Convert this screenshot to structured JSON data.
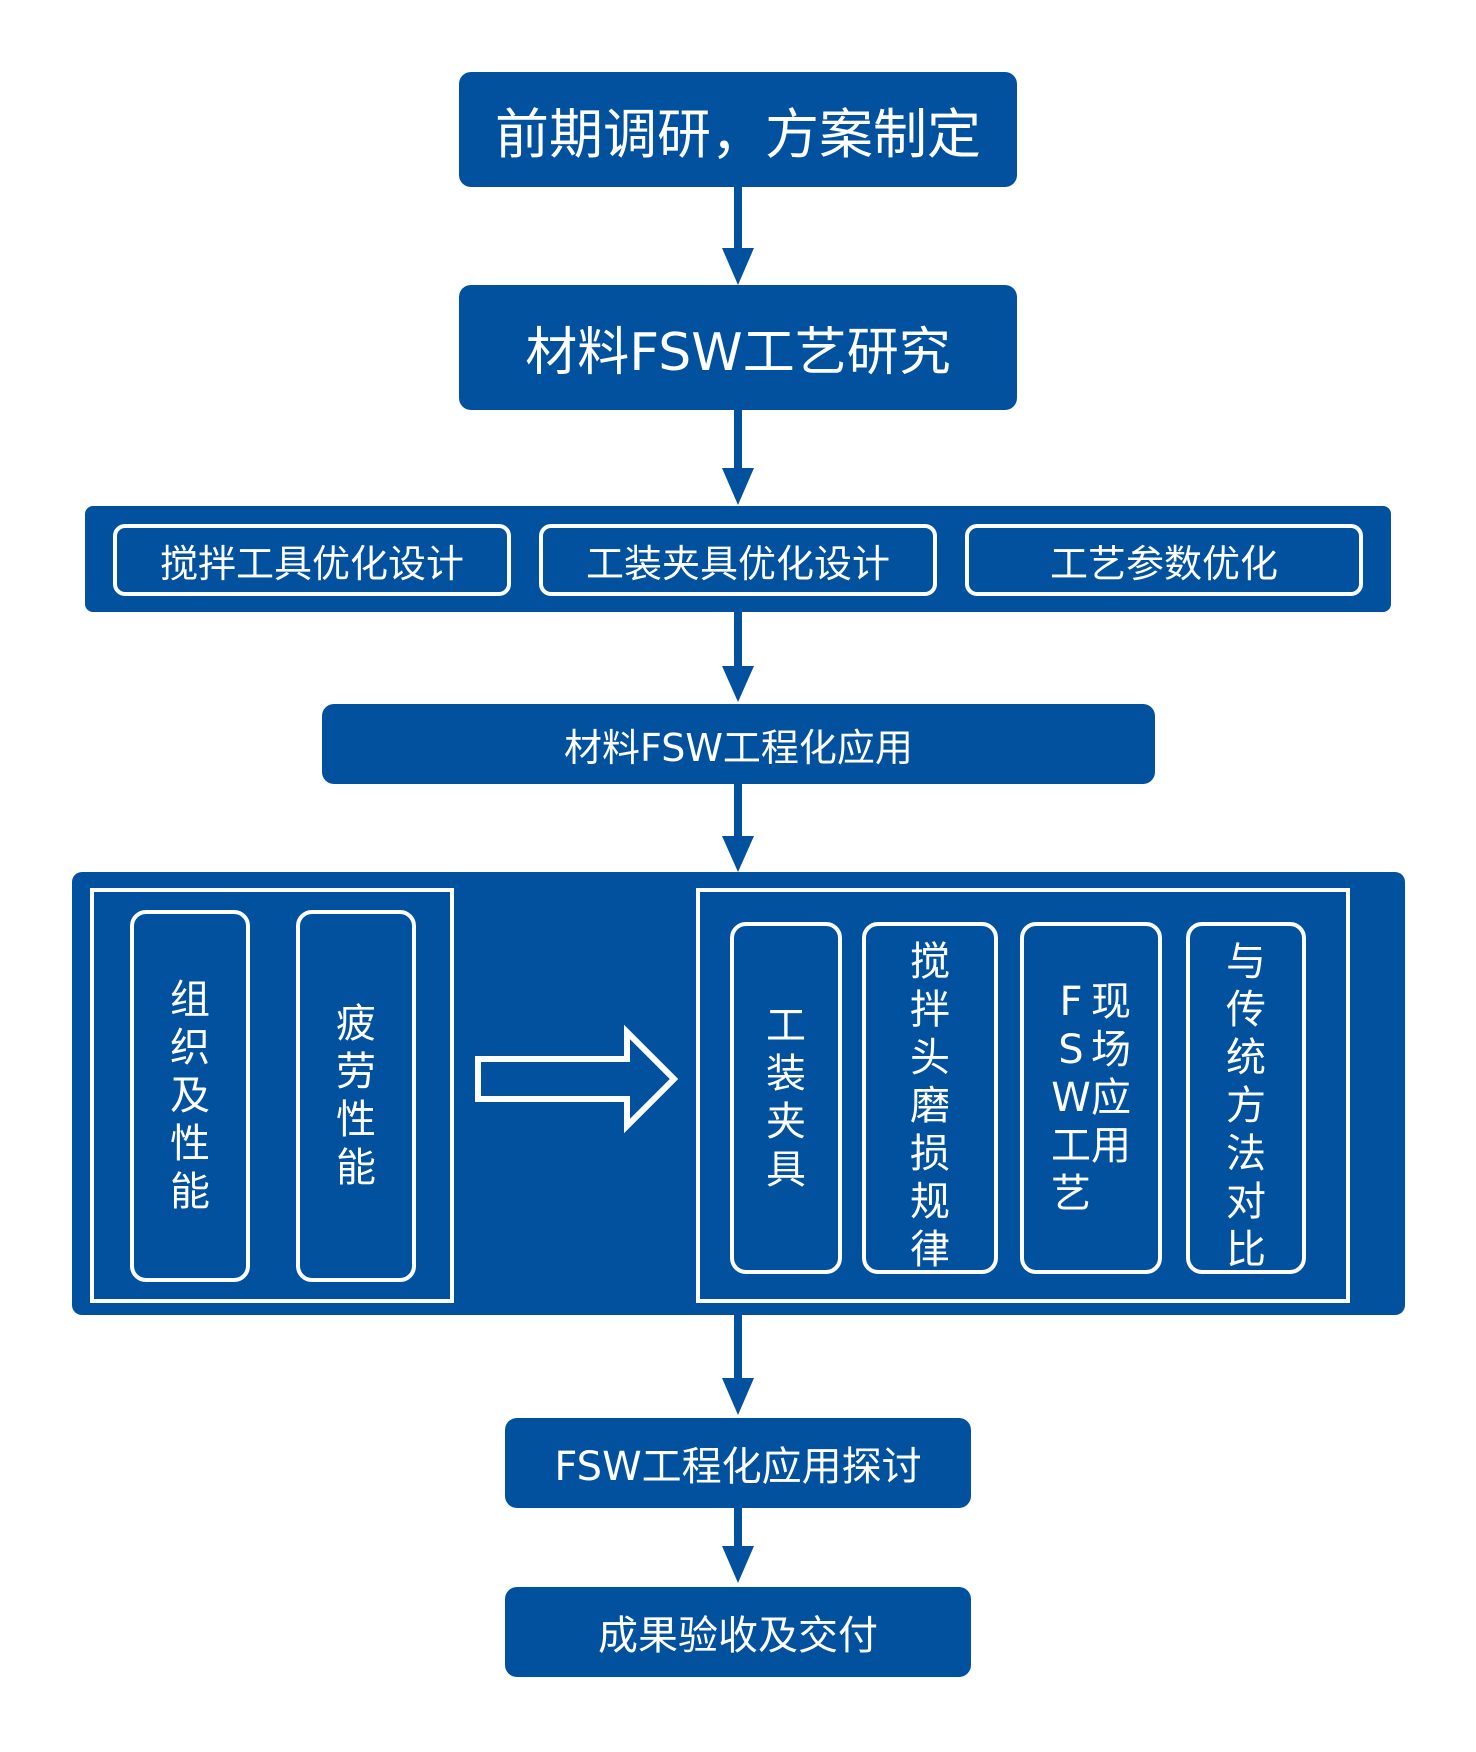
{
  "colors": {
    "box_fill": "#02519e",
    "text": "#ffffff",
    "background": "#ffffff"
  },
  "steps": {
    "step1": "前期调研，方案制定",
    "step2": "材料FSW工艺研究",
    "step3": {
      "items": [
        "搅拌工具优化设计",
        "工装夹具优化设计",
        "工艺参数优化"
      ]
    },
    "step4": "材料FSW工程化应用",
    "step5": {
      "left": [
        "组织及性能",
        "疲劳性能"
      ],
      "right": [
        "工装夹具",
        "搅拌头磨损规律",
        "现场应用",
        "与传统方法对比"
      ],
      "right_prefix": [
        "F",
        "S",
        "W",
        "工",
        "艺"
      ]
    },
    "step6": "FSW工程化应用探讨",
    "step7": "成果验收及交付"
  }
}
